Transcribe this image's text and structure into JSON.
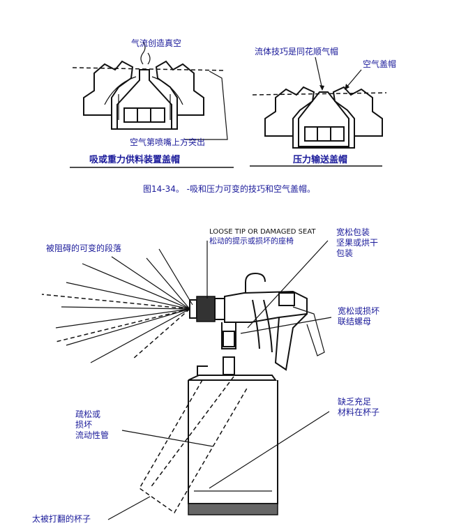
{
  "top_left": {
    "label_vacuum": "气流创造真空",
    "label_nozzle": "空气第喷嘴上方突出",
    "title": "吸或重力供料装置盖帽"
  },
  "top_right": {
    "label_flush": "流体技巧是同花顺气帽",
    "label_aircap": "空气盖帽",
    "title": "压力输送盖帽"
  },
  "caption": "图14-34。  -吸和压力可变的技巧和空气盖帽。",
  "bottom": {
    "label_obstructed": "被阻碍的可变的段落",
    "label_loose_top": "LOOSE TIP OR DAMAGED SEAT",
    "label_loose_overlay": "松动的提示或损坏的座椅",
    "label_packing": [
      "宽松包装",
      "坚果或烘干",
      "包装"
    ],
    "label_nut": [
      "宽松或损坏",
      "联结螺母"
    ],
    "label_tube": [
      "疏松或",
      "损坏",
      "流动性管"
    ],
    "label_material": [
      "缺乏充足",
      "材料在杯子"
    ],
    "label_tipped": "太被打翻的杯子"
  }
}
